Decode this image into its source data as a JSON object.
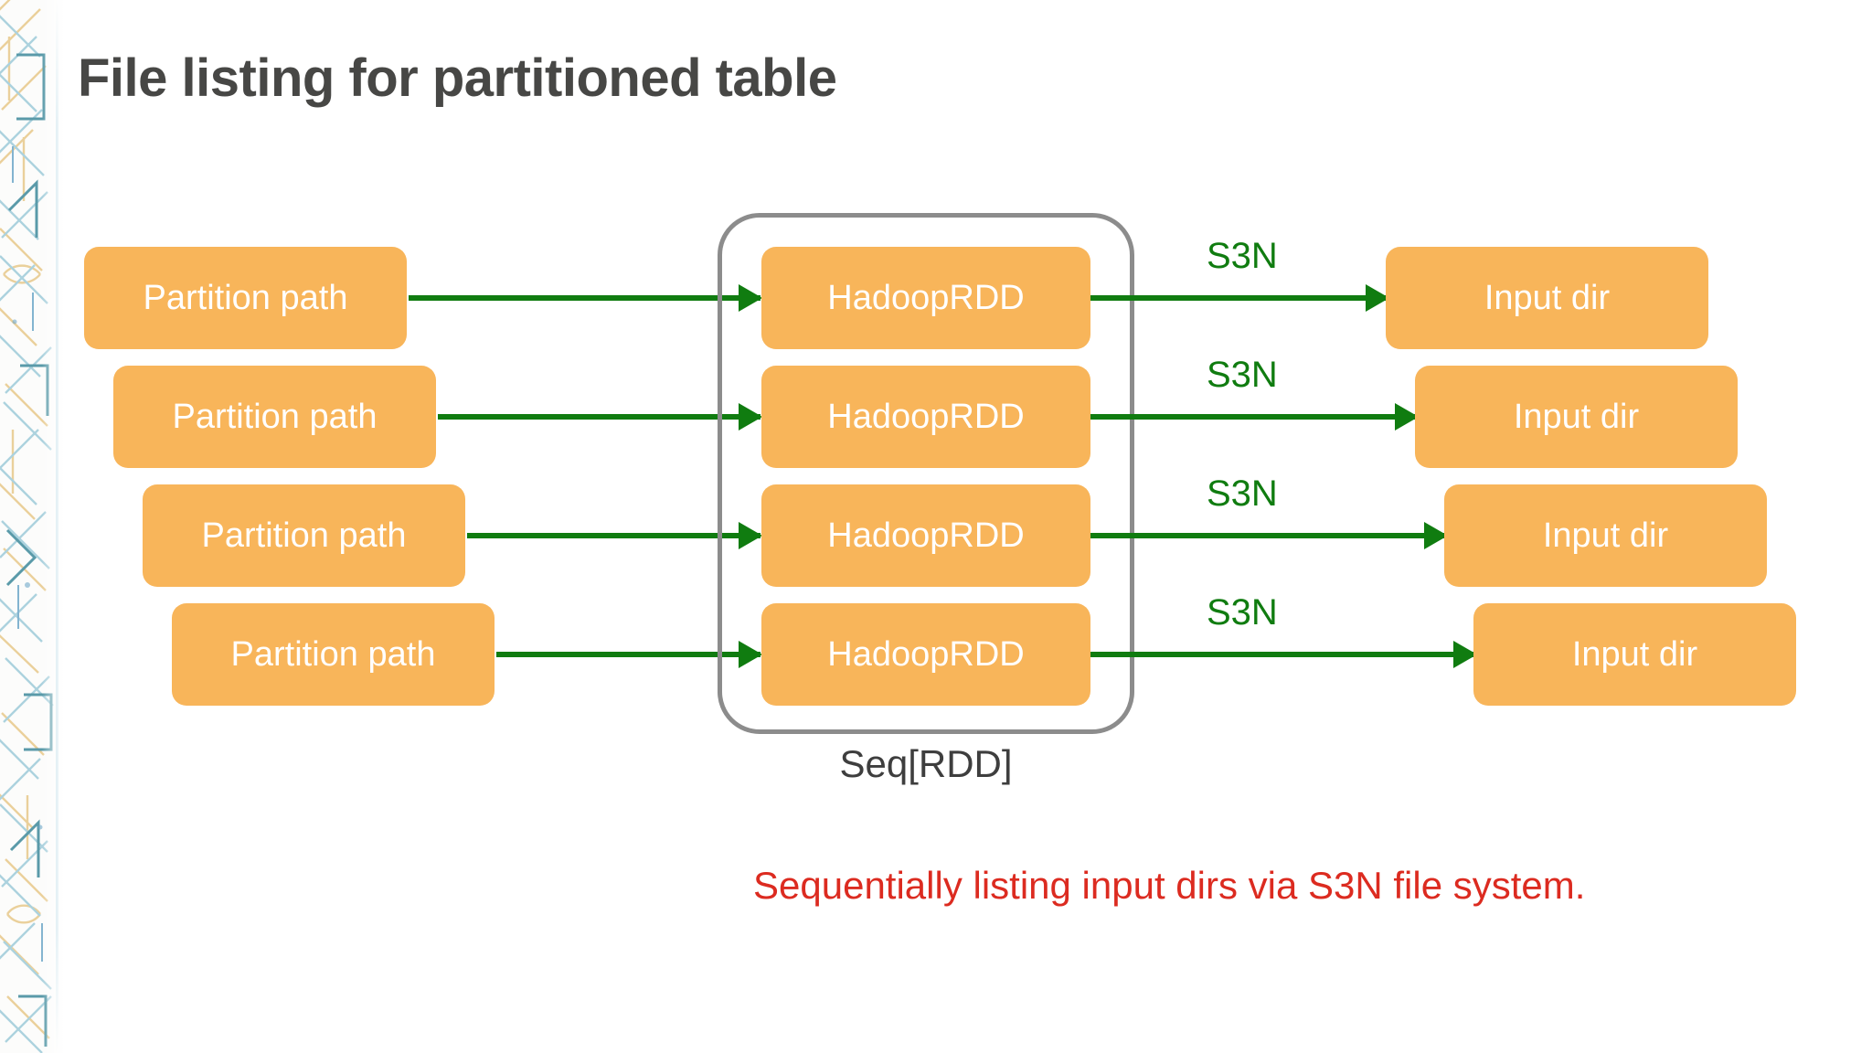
{
  "slide": {
    "title": "File listing for partitioned table",
    "background_color": "#FFFFFF",
    "title_color": "#474745"
  },
  "theme": {
    "node_fill": "#F8B55A",
    "node_text": "#FFFFFF",
    "arrow_color": "#107C10",
    "container_border": "#8C8C8C",
    "caption_color": "#DC2B20"
  },
  "decoration": {
    "left_strip_name": "angular-line-pattern-strip"
  },
  "diagram": {
    "container_label": "Seq[RDD]",
    "rows": [
      {
        "source_label": "Partition path",
        "process_label": "HadoopRDD",
        "target_label": "Input dir",
        "edge_label": "S3N"
      },
      {
        "source_label": "Partition path",
        "process_label": "HadoopRDD",
        "target_label": "Input dir",
        "edge_label": "S3N"
      },
      {
        "source_label": "Partition path",
        "process_label": "HadoopRDD",
        "target_label": "Input dir",
        "edge_label": "S3N"
      },
      {
        "source_label": "Partition path",
        "process_label": "HadoopRDD",
        "target_label": "Input dir",
        "edge_label": "S3N"
      }
    ]
  },
  "caption": {
    "text": "Sequentially listing input dirs via S3N file system."
  }
}
